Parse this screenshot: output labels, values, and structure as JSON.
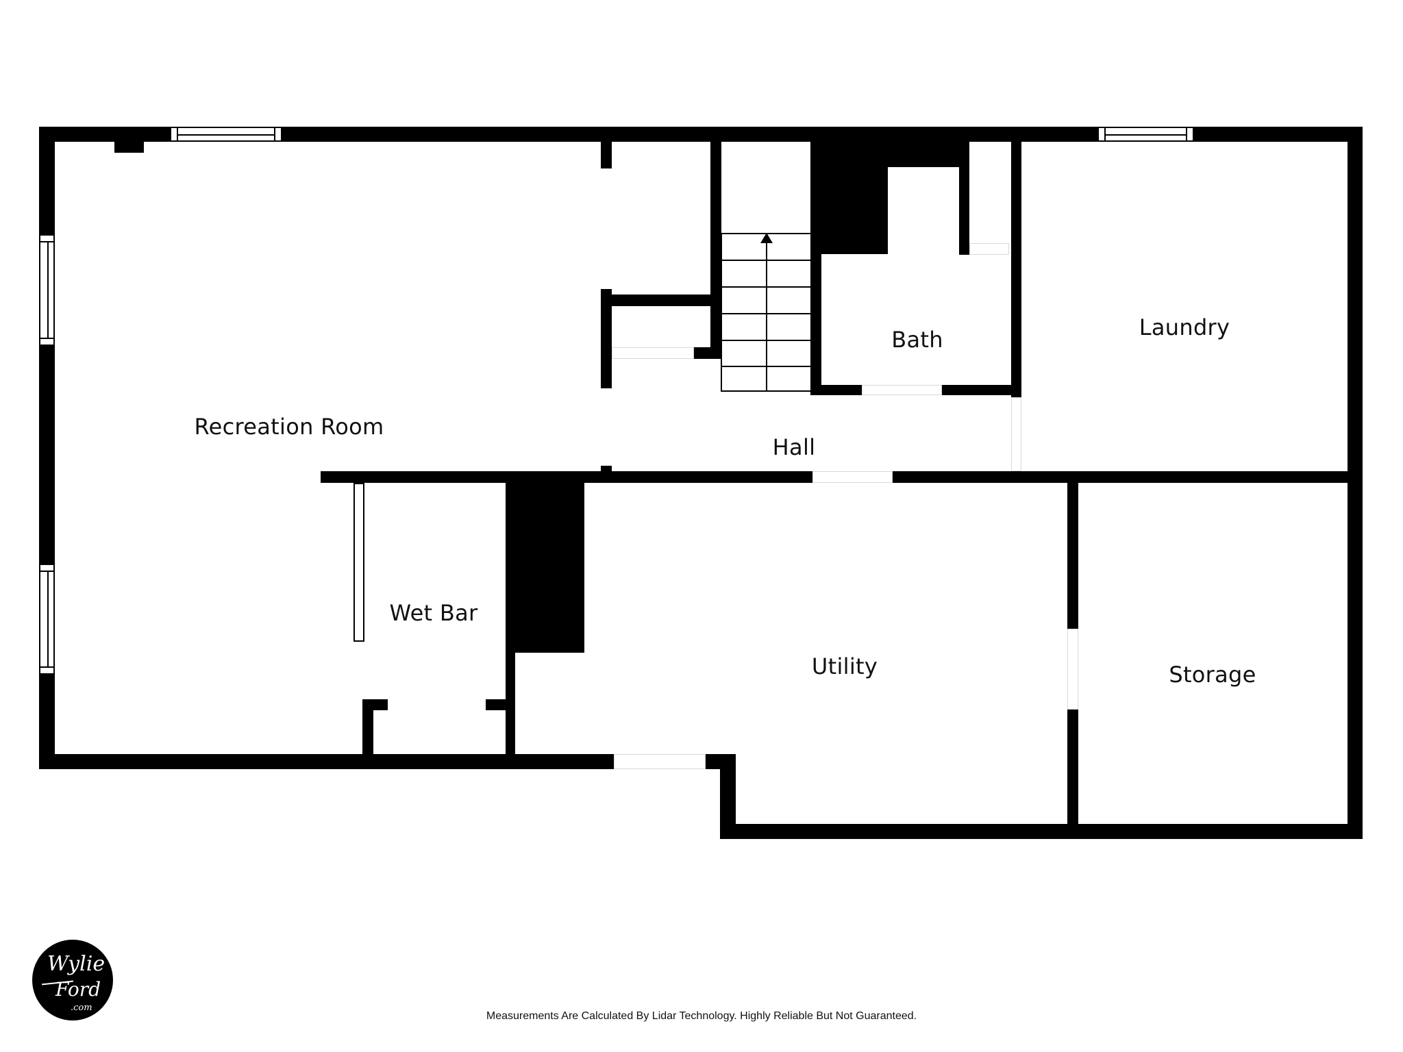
{
  "plan": {
    "rooms": {
      "recreation_room": "Recreation Room",
      "hall": "Hall",
      "bath": "Bath",
      "laundry": "Laundry",
      "wet_bar": "Wet Bar",
      "utility": "Utility",
      "storage": "Storage"
    },
    "stairs": {
      "direction": "up",
      "steps": 6
    }
  },
  "logo": {
    "line1": "Wylie",
    "line2": "Ford",
    "line3": ".com"
  },
  "footer": {
    "disclaimer": "Measurements Are Calculated By Lidar Technology. Highly Reliable But Not Guaranteed."
  },
  "colors": {
    "wall": "#000000",
    "background": "#ffffff",
    "door_line": "#d8d8d8"
  }
}
